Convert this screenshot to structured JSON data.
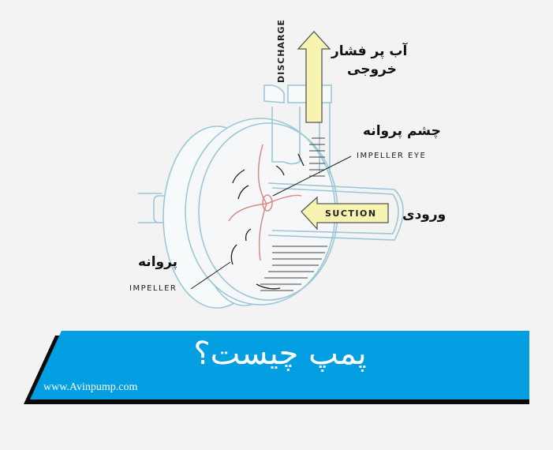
{
  "diagram": {
    "title": "Centrifugal pump cross-section",
    "labels": {
      "discharge_fa_line1": "آب پر فشار",
      "discharge_fa_line2": "خروجی",
      "discharge_en": "DISCHARGE",
      "impeller_eye_fa": "چشم پروانه",
      "impeller_eye_en": "IMPELLER EYE",
      "suction_en": "SUCTION",
      "suction_fa": "ورودی",
      "impeller_fa": "پروانه",
      "impeller_en": "IMPELLER"
    },
    "colors": {
      "arrow_fill": "#f7f3b0",
      "arrow_stroke": "#555555",
      "body_stroke": "#9cc7d6",
      "impeller": "#d88a8a"
    }
  },
  "banner": {
    "title": "پمپ چیست؟",
    "website": "www.Avinpump.com",
    "colors": {
      "fill": "#049fe3",
      "shadow": "#0a0a0a",
      "text": "#ffffff"
    }
  }
}
